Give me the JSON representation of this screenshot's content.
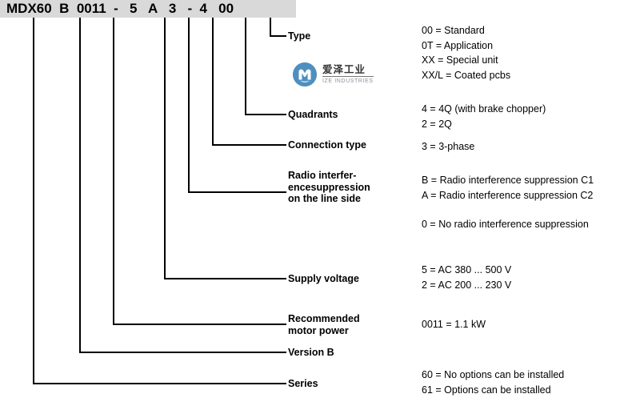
{
  "part_number": {
    "full": "MDX60  B  0011  -   5   A   3   -  4   00",
    "segments": [
      "MDX60",
      "B",
      "0011",
      "-",
      "5",
      "A",
      "3",
      "-",
      "4",
      "00"
    ]
  },
  "colors": {
    "header_background": "#d9d9d9",
    "text": "#000000",
    "logo_blue": "#4f8fc0",
    "logo_cn_text": "#333333",
    "logo_en_text": "#8a9199"
  },
  "callouts": [
    {
      "label": "Type"
    },
    {
      "label": "Quadrants"
    },
    {
      "label": "Connection type"
    },
    {
      "label": "Radio interfer-\nencesuppression\non the line side"
    },
    {
      "label": "Supply voltage"
    },
    {
      "label": "Recommended\nmotor power"
    },
    {
      "label": "Version B"
    },
    {
      "label": "Series"
    }
  ],
  "descriptions": [
    {
      "lines": "00 = Standard\n0T = Application\nXX = Special unit\nXX/L = Coated pcbs"
    },
    {
      "lines": "4 = 4Q (with brake chopper)\n2 = 2Q"
    },
    {
      "lines": "3 = 3-phase"
    },
    {
      "lines": "B = Radio interference suppression C1\nA = Radio interference suppression C2"
    },
    {
      "lines": "0 = No radio interference suppression"
    },
    {
      "lines": "5 = AC 380 ... 500 V\n2 = AC 200 ... 230 V"
    },
    {
      "lines": "0011 = 1.1 kW"
    },
    {
      "lines": "60 = No options can be installed\n61 = Options can be installed"
    }
  ],
  "logo": {
    "cn_name": "爱泽工业",
    "en_name": "IZE INDUSTRIES"
  }
}
